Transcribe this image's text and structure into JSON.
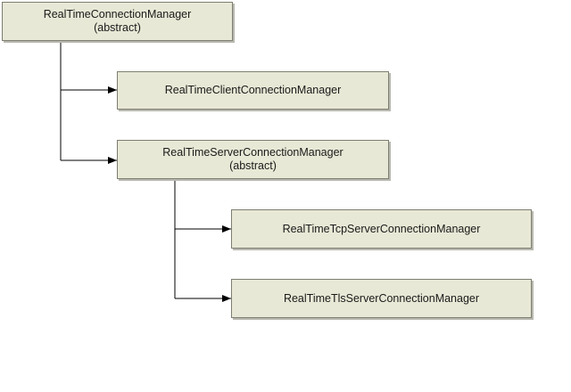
{
  "diagram": {
    "nodes": {
      "root": {
        "name": "RealTimeConnectionManager",
        "stereotype": "(abstract)"
      },
      "client": {
        "name": "RealTimeClientConnectionManager"
      },
      "server": {
        "name": "RealTimeServerConnectionManager",
        "stereotype": "(abstract)"
      },
      "tcp": {
        "name": "RealTimeTcpServerConnectionManager"
      },
      "tls": {
        "name": "RealTimeTlsServerConnectionManager"
      }
    },
    "edges": [
      {
        "from": "root",
        "to": "client"
      },
      {
        "from": "root",
        "to": "server"
      },
      {
        "from": "server",
        "to": "tcp"
      },
      {
        "from": "server",
        "to": "tls"
      }
    ],
    "colors": {
      "node_fill": "#e8e8d6",
      "node_border": "#7e7e72",
      "connector": "#000000"
    }
  }
}
